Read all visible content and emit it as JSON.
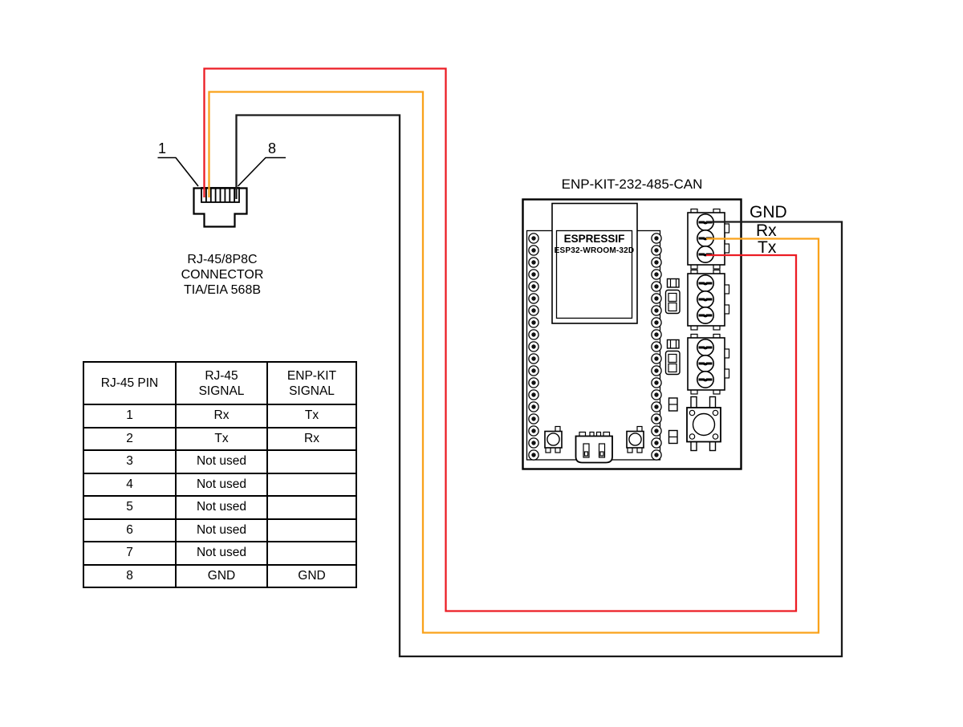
{
  "colors": {
    "wire_red": "#ec1c24",
    "wire_orange": "#f9a21b",
    "wire_black": "#1a1a1a",
    "line": "#000000"
  },
  "rj45": {
    "pin_label_first": "1",
    "pin_label_last": "8",
    "caption_lines": [
      "RJ-45/8P8C",
      "CONNECTOR",
      "TIA/EIA 568B"
    ]
  },
  "board": {
    "title": "ENP-KIT-232-485-CAN",
    "module_brand": "ESPRESSIF",
    "module_model": "ESP32-WROOM-32D",
    "pins_per_side": 19,
    "terminal_labels": [
      "GND",
      "Rx",
      "Tx"
    ]
  },
  "wiring_table": {
    "headers": [
      "RJ-45 PIN",
      "RJ-45\nSIGNAL",
      "ENP-KIT\nSIGNAL"
    ],
    "rows": [
      [
        "1",
        "Rx",
        "Tx"
      ],
      [
        "2",
        "Tx",
        "Rx"
      ],
      [
        "3",
        "Not used",
        ""
      ],
      [
        "4",
        "Not used",
        ""
      ],
      [
        "5",
        "Not used",
        ""
      ],
      [
        "6",
        "Not used",
        ""
      ],
      [
        "7",
        "Not used",
        ""
      ],
      [
        "8",
        "GND",
        "GND"
      ]
    ]
  },
  "connections": [
    {
      "from": "RJ-45 pin 1",
      "to": "ENP-KIT Tx",
      "color": "#ec1c24"
    },
    {
      "from": "RJ-45 pin 2",
      "to": "ENP-KIT Rx",
      "color": "#f9a21b"
    },
    {
      "from": "RJ-45 pin 8",
      "to": "ENP-KIT GND",
      "color": "#1a1a1a"
    }
  ]
}
